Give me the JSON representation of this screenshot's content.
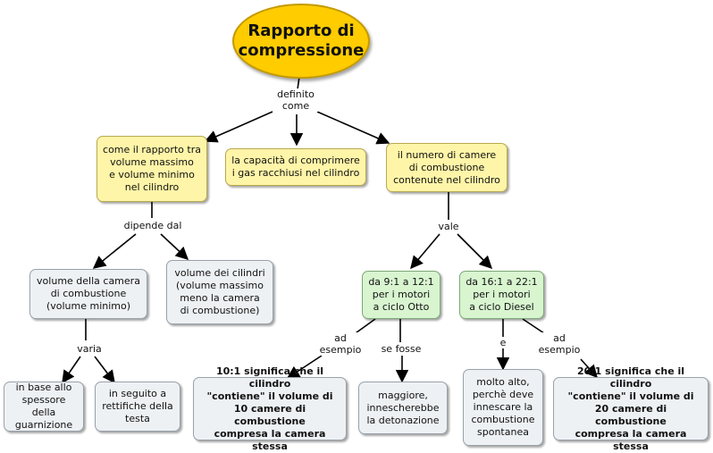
{
  "root": "Rapporto di\ncompressione",
  "labels": {
    "definito_come": "definito\ncome",
    "dipende_dal": "dipende dal",
    "varia": "varia",
    "vale": "vale",
    "ad_esempio_1": "ad\nesempio",
    "se_fosse": "se fosse",
    "e": "e",
    "ad_esempio_2": "ad\nesempio"
  },
  "nodes": {
    "rapporto_volumi": "come il rapporto tra\nvolume massimo\ne volume minimo\nnel cilindro",
    "capacita": "la capacità di comprimere\ni gas racchiusi nel cilindro",
    "numero_camere": "il numero di camere\ndi combustione\ncontenute nel cilindro",
    "volume_camera": "volume della camera\ndi combustione\n(volume minimo)",
    "volume_cilindri": "volume dei cilindri\n(volume massimo\nmeno la camera\ndi combustione)",
    "otto": "da 9:1 a 12:1\nper i motori\na ciclo Otto",
    "diesel": "da 16:1 a 22:1\nper i motori\na ciclo Diesel",
    "spessore": "in base allo\nspessore della\nguarnizione",
    "rettifiche": "in seguito a\nrettifiche della\ntesta",
    "esempio_10": "10:1 significa che il cilindro\n\"contiene\" il volume di\n10 camere di combustione\ncompresa la camera stessa",
    "maggiore": "maggiore,\ninnescherebbe\nla detonazione",
    "molto_alto": "molto alto,\nperchè deve\ninnescare la\ncombustione\nspontanea",
    "esempio_20": "20:1 significa che il cilindro\n\"contiene\" il volume di\n20 camere di combustione\ncompresa la camera stessa"
  }
}
